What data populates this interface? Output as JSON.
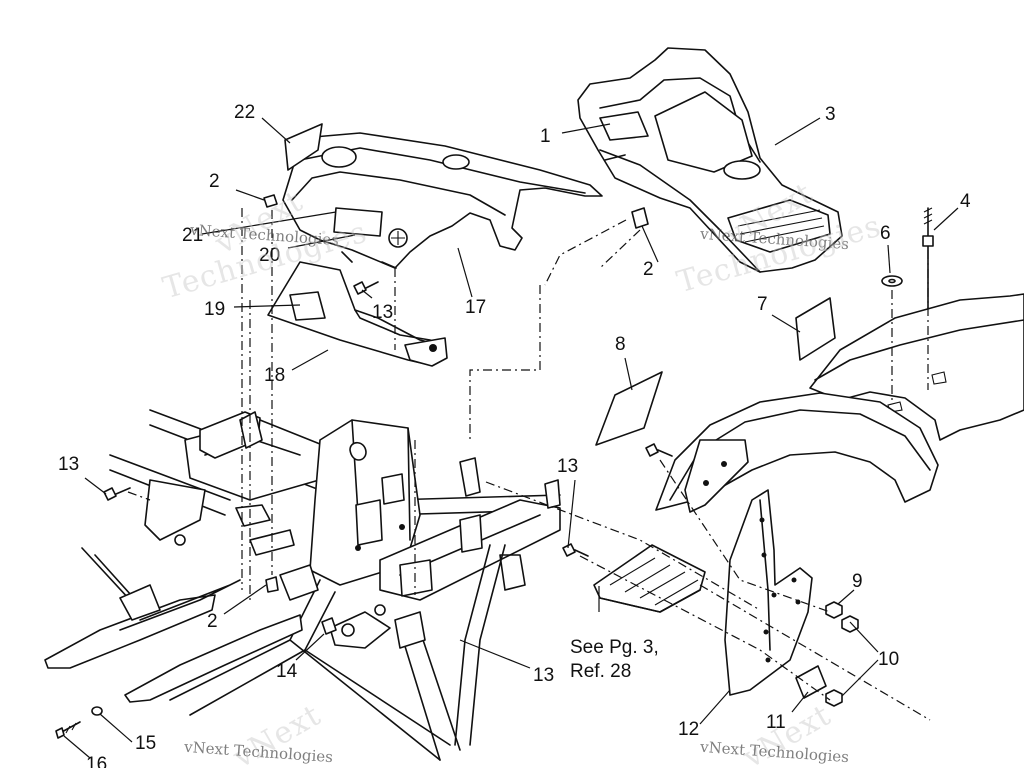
{
  "callouts": {
    "n1": "1",
    "n2a": "2",
    "n2b": "2",
    "n2c": "2",
    "n3": "3",
    "n4": "4",
    "n6": "6",
    "n7": "7",
    "n8": "8",
    "n9": "9",
    "n10": "10",
    "n11": "11",
    "n12": "12",
    "n13a": "13",
    "n13b": "13",
    "n13c": "13",
    "n13d": "13",
    "n14": "14",
    "n15": "15",
    "n16": "16",
    "n17": "17",
    "n18": "18",
    "n19": "19",
    "n20": "20",
    "n21": "21",
    "n22": "22"
  },
  "note": {
    "line1": "See Pg. 3,",
    "line2": "Ref. 28"
  },
  "watermark": {
    "company": "vNext Technologies",
    "brand": "vNext",
    "word": "Technologies"
  }
}
